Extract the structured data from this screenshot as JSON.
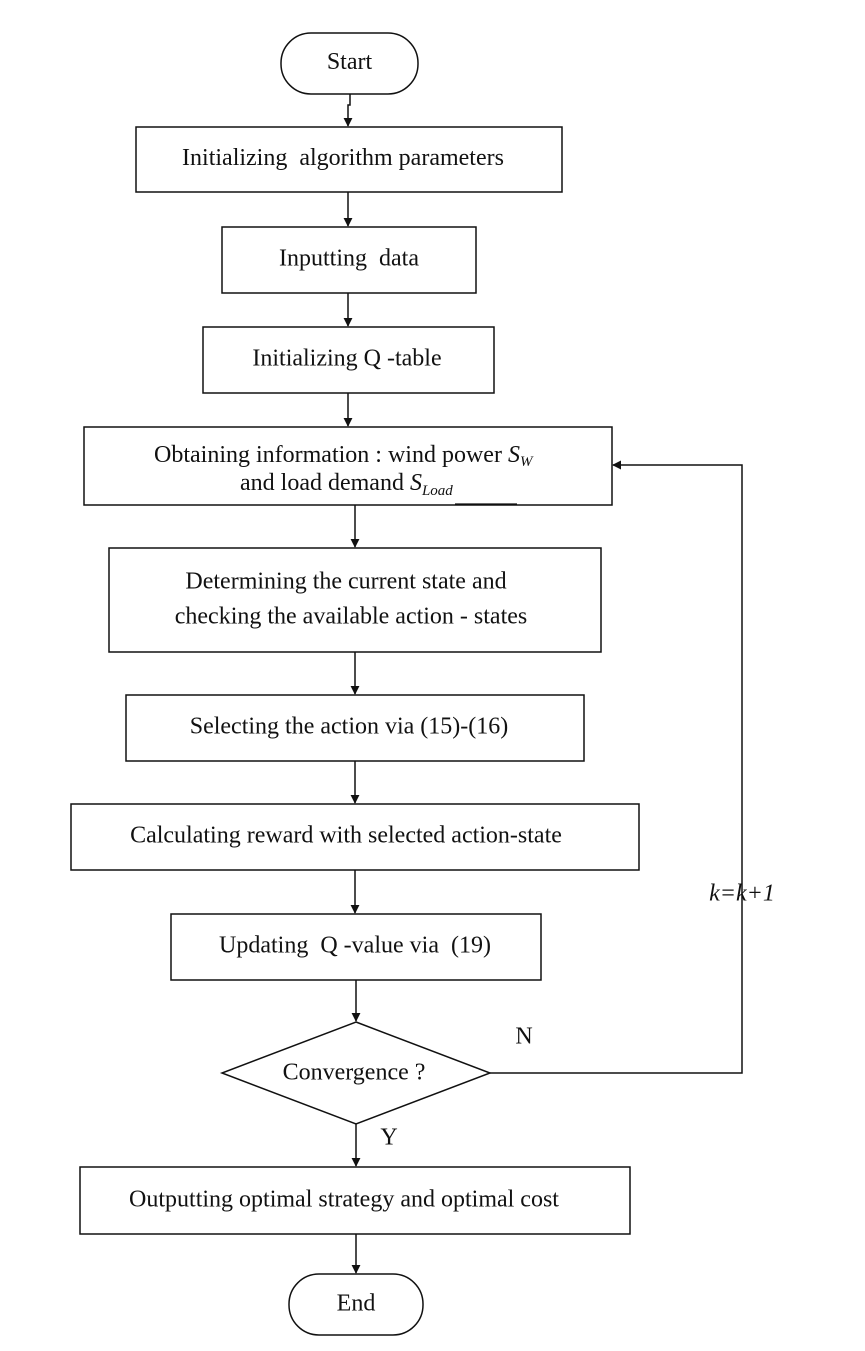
{
  "flowchart": {
    "start_label": "Start",
    "init_params_label": "Initializing  algorithm parameters",
    "input_data_label": "Inputting  data",
    "init_qtable_label": "Initializing Q -table",
    "obtain_info": {
      "line1_prefix": "Obtaining information : wind power ",
      "symbol": "S",
      "line1_subscript": "W",
      "line2_prefix": "and load demand ",
      "line2_subscript": "Load"
    },
    "determine_state": {
      "line1": "Determining the current state and",
      "line2": "checking the available action - states"
    },
    "select_action_label": "Selecting the action via (15)-(16)",
    "calc_reward_label": "Calculating reward with selected action-state",
    "update_q_label": "Updating  Q -value via  (19)",
    "decision_label": "Convergence ?",
    "no_label": "N",
    "yes_label": "Y",
    "loop_label": "k=k+1",
    "output_label": "Outputting optimal strategy and optimal cost",
    "end_label": "End"
  }
}
